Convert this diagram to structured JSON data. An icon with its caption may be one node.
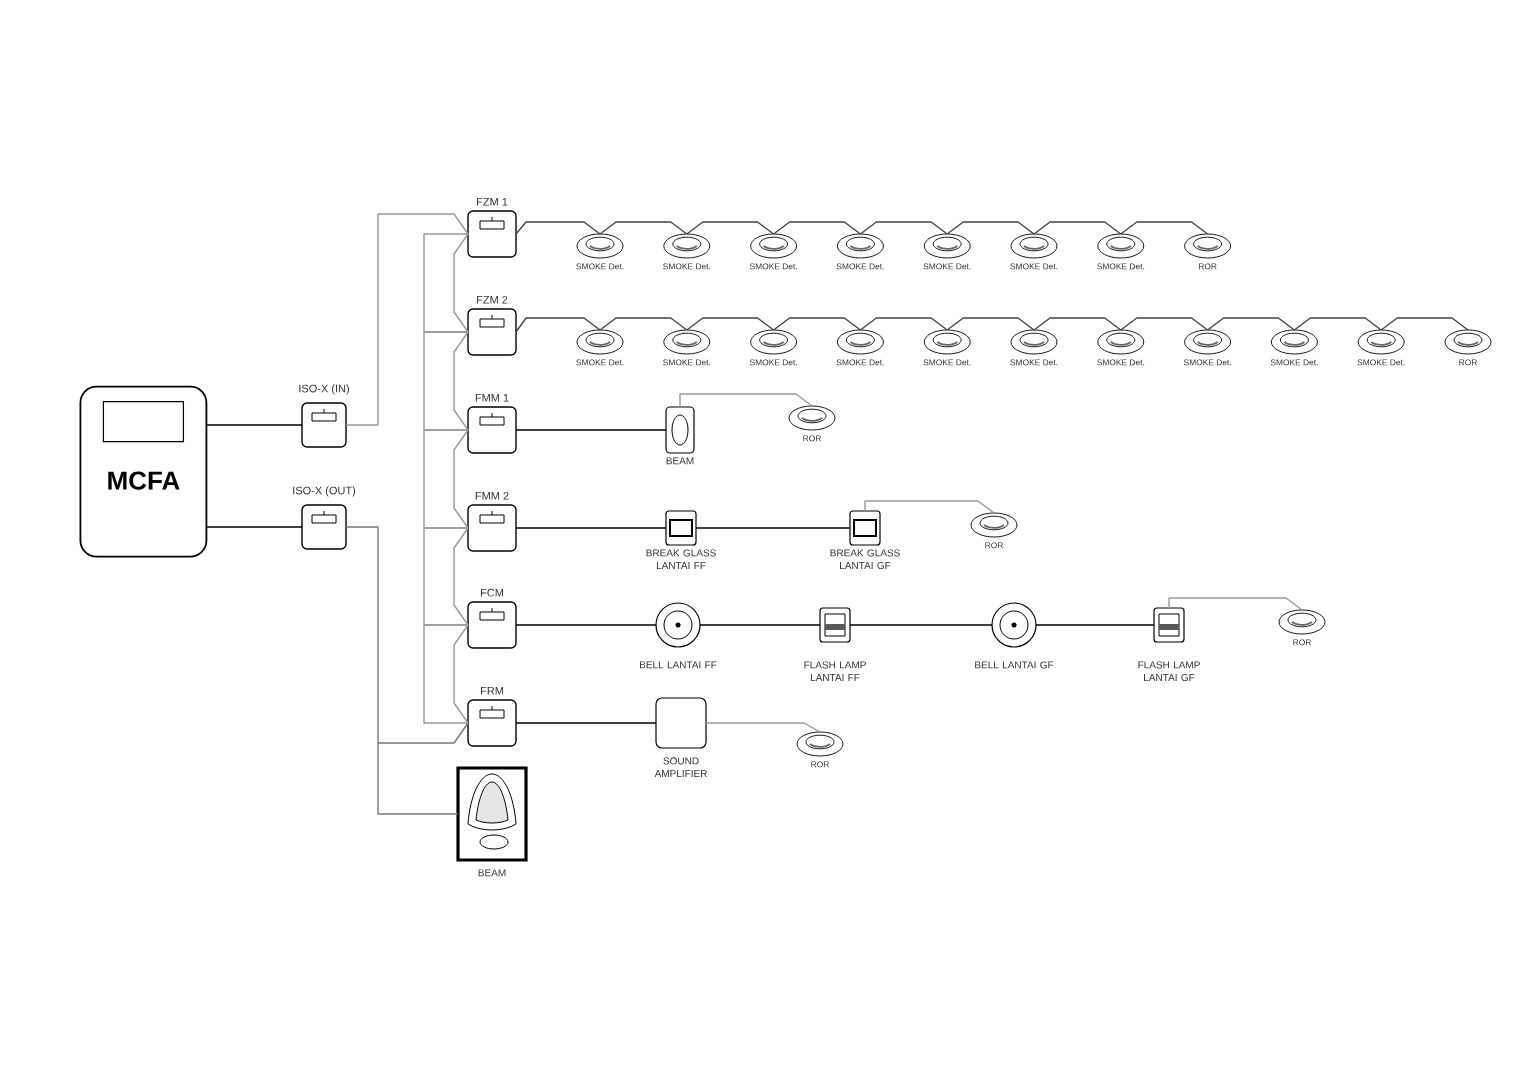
{
  "diagram": {
    "nodes": [
      {
        "text": [
          "MCFA"
        ]
      },
      {
        "text": [
          "ISO-X (IN)"
        ]
      },
      {
        "text": [
          "ISO-X (OUT)"
        ]
      },
      {
        "text": [
          "FZM 1"
        ]
      },
      {
        "text": [
          "SMOKE Det."
        ]
      },
      {
        "text": [
          "SMOKE Det."
        ]
      },
      {
        "text": [
          "SMOKE Det."
        ]
      },
      {
        "text": [
          "SMOKE Det."
        ]
      },
      {
        "text": [
          "SMOKE Det."
        ]
      },
      {
        "text": [
          "SMOKE Det."
        ]
      },
      {
        "text": [
          "SMOKE Det."
        ]
      },
      {
        "text": [
          "ROR"
        ]
      },
      {
        "text": [
          "FZM 2"
        ]
      },
      {
        "text": [
          "SMOKE Det."
        ]
      },
      {
        "text": [
          "SMOKE Det."
        ]
      },
      {
        "text": [
          "SMOKE Det."
        ]
      },
      {
        "text": [
          "SMOKE Det."
        ]
      },
      {
        "text": [
          "SMOKE Det."
        ]
      },
      {
        "text": [
          "SMOKE Det."
        ]
      },
      {
        "text": [
          "SMOKE Det."
        ]
      },
      {
        "text": [
          "SMOKE Det."
        ]
      },
      {
        "text": [
          "SMOKE Det."
        ]
      },
      {
        "text": [
          "SMOKE Det."
        ]
      },
      {
        "text": [
          "ROR"
        ]
      },
      {
        "text": [
          "FMM 1"
        ]
      },
      {
        "text": [
          "BEAM"
        ]
      },
      {
        "text": [
          "ROR"
        ]
      },
      {
        "text": [
          "FMM 2"
        ]
      },
      {
        "text": [
          "BREAK GLASS LANTAI FF"
        ]
      },
      {
        "text": [
          "BREAK GLASS LANTAI GF"
        ]
      },
      {
        "text": [
          "ROR"
        ]
      },
      {
        "text": [
          "FCM"
        ]
      },
      {
        "text": [
          "BELL LANTAI FF"
        ]
      },
      {
        "text": [
          "FLASH LAMP LANTAI FF"
        ]
      },
      {
        "text": [
          "BELL LANTAI GF"
        ]
      },
      {
        "text": [
          "FLASH LAMP LANTAI GF"
        ]
      },
      {
        "text": [
          "ROR"
        ]
      },
      {
        "text": [
          "FRM"
        ]
      },
      {
        "text": [
          "SOUND AMPLIFIER"
        ]
      },
      {
        "text": [
          "ROR"
        ]
      },
      {
        "text": [
          "BEAM"
        ]
      }
    ],
    "edges": [
      {
        "from": 0,
        "to": 1,
        "arrow": "none",
        "color": "#000000"
      },
      {
        "from": 0,
        "to": 2,
        "arrow": "none",
        "color": "#000000"
      },
      {
        "from": 1,
        "to": 3,
        "arrow": "none",
        "color": "#999999"
      },
      {
        "from": 2,
        "to": 37,
        "arrow": "none",
        "color": "#777777"
      },
      {
        "from": 2,
        "to": 40,
        "arrow": "none",
        "color": "#777777"
      },
      {
        "from": 3,
        "to": 12,
        "arrow": "none",
        "color": "#999999"
      },
      {
        "from": 12,
        "to": 24,
        "arrow": "none",
        "color": "#999999"
      },
      {
        "from": 24,
        "to": 27,
        "arrow": "none",
        "color": "#999999"
      },
      {
        "from": 27,
        "to": 31,
        "arrow": "none",
        "color": "#999999"
      },
      {
        "from": 31,
        "to": 37,
        "arrow": "none",
        "color": "#999999"
      },
      {
        "from": 3,
        "to": 12,
        "arrow": "none",
        "color": "#999999"
      },
      {
        "from": 12,
        "to": 24,
        "arrow": "none",
        "color": "#999999"
      },
      {
        "from": 24,
        "to": 27,
        "arrow": "none",
        "color": "#999999"
      },
      {
        "from": 27,
        "to": 31,
        "arrow": "none",
        "color": "#999999"
      },
      {
        "from": 31,
        "to": 37,
        "arrow": "none",
        "color": "#999999"
      },
      {
        "from": 3,
        "to": 4,
        "arrow": "none"
      },
      {
        "from": 4,
        "to": 5,
        "arrow": "none"
      },
      {
        "from": 5,
        "to": 6,
        "arrow": "none"
      },
      {
        "from": 6,
        "to": 7,
        "arrow": "none"
      },
      {
        "from": 7,
        "to": 8,
        "arrow": "none"
      },
      {
        "from": 8,
        "to": 9,
        "arrow": "none"
      },
      {
        "from": 9,
        "to": 10,
        "arrow": "none"
      },
      {
        "from": 10,
        "to": 11,
        "arrow": "none"
      },
      {
        "from": 12,
        "to": 13,
        "arrow": "none"
      },
      {
        "from": 13,
        "to": 14,
        "arrow": "none"
      },
      {
        "from": 14,
        "to": 15,
        "arrow": "none"
      },
      {
        "from": 15,
        "to": 16,
        "arrow": "none"
      },
      {
        "from": 16,
        "to": 17,
        "arrow": "none"
      },
      {
        "from": 17,
        "to": 18,
        "arrow": "none"
      },
      {
        "from": 18,
        "to": 19,
        "arrow": "none"
      },
      {
        "from": 19,
        "to": 20,
        "arrow": "none"
      },
      {
        "from": 20,
        "to": 21,
        "arrow": "none"
      },
      {
        "from": 21,
        "to": 22,
        "arrow": "none"
      },
      {
        "from": 22,
        "to": 23,
        "arrow": "none"
      },
      {
        "from": 24,
        "to": 25,
        "arrow": "none",
        "color": "#000000"
      },
      {
        "from": 25,
        "to": 26,
        "arrow": "none",
        "color": "#999999"
      },
      {
        "from": 27,
        "to": 28,
        "arrow": "none",
        "color": "#000000"
      },
      {
        "from": 28,
        "to": 29,
        "arrow": "none",
        "color": "#000000"
      },
      {
        "from": 29,
        "to": 30,
        "arrow": "none",
        "color": "#999999"
      },
      {
        "from": 31,
        "to": 32,
        "arrow": "none",
        "color": "#000000"
      },
      {
        "from": 32,
        "to": 33,
        "arrow": "none",
        "color": "#000000"
      },
      {
        "from": 33,
        "to": 34,
        "arrow": "none",
        "color": "#000000"
      },
      {
        "from": 34,
        "to": 35,
        "arrow": "none",
        "color": "#000000"
      },
      {
        "from": 35,
        "to": 36,
        "arrow": "none",
        "color": "#999999"
      },
      {
        "from": 37,
        "to": 38,
        "arrow": "none",
        "color": "#000000"
      },
      {
        "from": 38,
        "to": 39,
        "arrow": "none",
        "color": "#999999"
      }
    ]
  }
}
